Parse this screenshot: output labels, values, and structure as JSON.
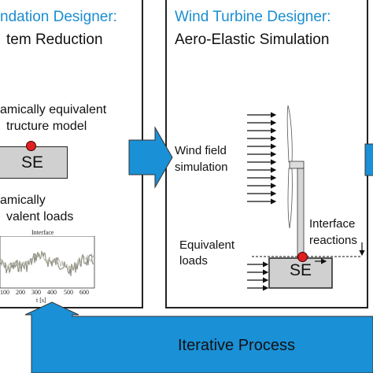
{
  "left_panel": {
    "heading": "ndation Designer:",
    "subheading": "tem Reduction",
    "model_text_line1": "amically equivalent",
    "model_text_line2": "tructure model",
    "se_label": "SE",
    "loads_line1": "amically",
    "loads_line2": "valent loads",
    "plot": {
      "title": "Interface",
      "xlabel": "t [s]",
      "ticks": [
        "100",
        "200",
        "300",
        "400",
        "500",
        "600"
      ]
    }
  },
  "right_panel": {
    "heading": "Wind Turbine Designer:",
    "subheading": "Aero-Elastic Simulation",
    "wind_line1": "Wind field",
    "wind_line2": "simulation",
    "interface_line1": "Interface",
    "interface_line2": "reactions",
    "equiv_line1": "Equivalent",
    "equiv_line2": "loads",
    "se_label": "SE"
  },
  "bottom": {
    "label": "Iterative Process"
  },
  "colors": {
    "accent_blue": "#1b8ed0",
    "arrow_fill": "#1a90d6",
    "se_fill": "#d0d0d0",
    "dot_red": "#e02020"
  }
}
